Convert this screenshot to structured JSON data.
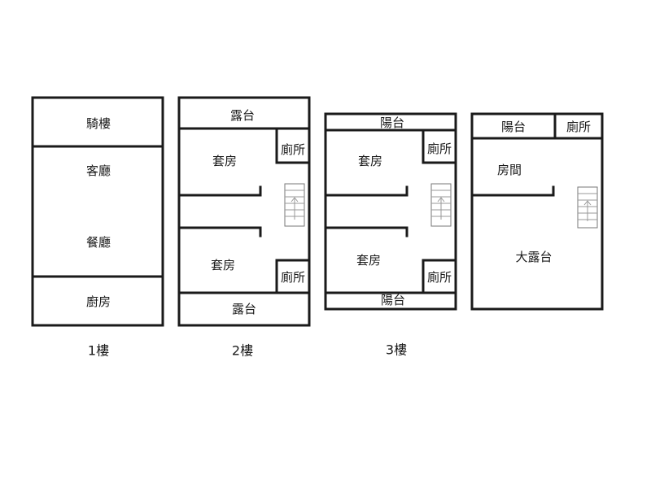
{
  "floor1": {
    "rooms": [
      "騎樓",
      "客廳",
      "餐廳",
      "廚房"
    ],
    "label": "1樓"
  },
  "floor2": {
    "rooms": [
      "露台",
      "套房",
      "廁所",
      "套房",
      "廁所",
      "露台"
    ],
    "label": "2樓"
  },
  "floor3": {
    "rooms": [
      "陽台",
      "套房",
      "廁所",
      "套房",
      "廁所",
      "陽台"
    ],
    "label": "3樓"
  },
  "floor4": {
    "rooms": [
      "陽台",
      "廁所",
      "房間",
      "大露台"
    ]
  }
}
